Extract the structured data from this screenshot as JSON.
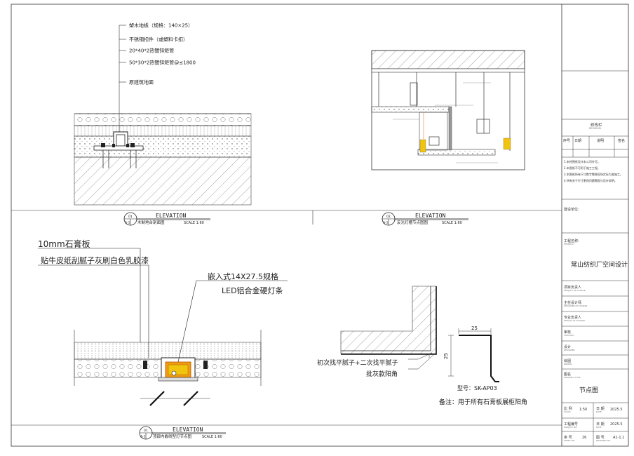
{
  "detail1": {
    "callouts": [
      "塑木地板（规格：140×25）",
      "不锈钢扣件（或塑料卡扣）",
      "20*40*2热镀锌矩管",
      "50*30*2热镀锌矩管@≤1800",
      "原建筑地面"
    ],
    "elevation": "ELEVATION",
    "num": "01",
    "ref": "A-1",
    "name": "木制地台剖面图",
    "scale": "SCALE 1:60"
  },
  "detail2": {
    "elevation": "ELEVATION",
    "num": "02",
    "ref": "A-1",
    "name": "反光灯槽节点图图",
    "scale": "SCALE 1:60"
  },
  "detail3": {
    "callouts": [
      "10mm石膏板",
      "贴牛皮纸刮腻子灰刷白色乳胶漆",
      "嵌入式14X27.5规格",
      "LED铝合金硬灯条"
    ],
    "elevation": "ELEVATION",
    "num": "01",
    "ref": "A-1",
    "name": "顶部内嵌线型灯节点图",
    "scale": "SCALE 1:60"
  },
  "detail4": {
    "callouts": [
      "初次找平腻子+二次找平腻子",
      "批灰款阳角"
    ],
    "dim_w": "25",
    "dim_h": "25",
    "model": "型号：SK-AP03",
    "note": "备注：用于所有石膏板展柜阳角"
  },
  "titleblock": {
    "rev_title": "修改栏",
    "rev_title_en": "REVISION",
    "rev_cols": [
      "序号",
      "日期",
      "说明",
      "签名"
    ],
    "notes": [
      "1.未经图纸设计本公司许可。",
      "2.本图纸不可用于施工工程。",
      "3.本图纸所有尺寸数字需按现场实际为准施工。",
      "4.所有关于尺寸更改问题需报与设计说明。"
    ],
    "client_label": "建设单位:",
    "project_label": "工程名称:",
    "project_label_en": "PROJECT",
    "project_name": "常山纺织厂空间设计",
    "rows": [
      {
        "label": "项目负责人",
        "en": "PROJECT IN CHARGE"
      },
      {
        "label": "主任设计师",
        "en": "DESIGNER IN CHARGE"
      },
      {
        "label": "专业负责人",
        "en": "SPECIAL IN CHARGE"
      },
      {
        "label": "审核",
        "en": "CHECKED"
      },
      {
        "label": "设计",
        "en": "DESIGNED"
      },
      {
        "label": "绘图",
        "en": "DRAWN"
      }
    ],
    "drawing_label": "图名",
    "drawing_label_en": "DRAWING TITLE",
    "drawing_name": "节点图",
    "scale_label": "比 例",
    "scale_en": "SCALE",
    "scale_value": "1:50",
    "date_label": "日 期",
    "date_en": "DATE",
    "date_value": "2025.5",
    "project_no_label": "工程编号",
    "project_no_en": "PROJECT NO.",
    "sheet_label": "序 号",
    "sheet_en": "SHEET NO.",
    "sheet_value": "26",
    "drawing_no_label": "图 号",
    "drawing_no_en": "DRAWING NO.",
    "drawing_no_value": "A1-1.1"
  }
}
